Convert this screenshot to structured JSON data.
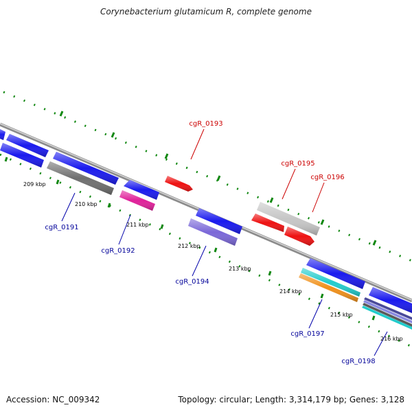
{
  "map": {
    "title": "Corynebacterium glutamicum R, complete genome",
    "accession_text": "Accession: NC_009342",
    "topology_text": "Topology: circular; Length: 3,314,179 bp; Genes: 3,128"
  },
  "legend_colors": {
    "backbone": "#8c8c8c",
    "tick": "#118811",
    "forward_label": "#b00000",
    "reverse_label": "#000099"
  },
  "scale_ticks": [
    "209 kbp",
    "210 kbp",
    "211 kbp",
    "212 kbp",
    "213 kbp",
    "214 kbp",
    "215 kbp",
    "216 kbp"
  ],
  "genes": [
    {
      "id": "cgR_0191",
      "label": "cgR_0191",
      "strand": "reverse",
      "color": "#6f6f6f",
      "labeled": true
    },
    {
      "id": "cgR_0192",
      "label": "cgR_0192",
      "strand": "reverse",
      "color": "#e0209a",
      "labeled": true
    },
    {
      "id": "cgR_0193",
      "label": "cgR_0193",
      "strand": "forward",
      "color": "#ee1111",
      "labeled": true
    },
    {
      "id": "cgR_0194",
      "label": "cgR_0194",
      "strand": "reverse",
      "color": "#7b68d8",
      "labeled": true
    },
    {
      "id": "cgR_0195",
      "label": "cgR_0195",
      "strand": "forward",
      "color": "#c6c6c6",
      "labeled": true
    },
    {
      "id": "cgR_0196",
      "label": "cgR_0196",
      "strand": "forward",
      "color": "#ee1111",
      "labeled": true
    },
    {
      "id": "cgR_0197",
      "label": "cgR_0197",
      "strand": "reverse",
      "color": "#f0901a",
      "labeled": true
    },
    {
      "id": "cgR_0198",
      "label": "cgR_0198",
      "strand": "reverse",
      "color": "#22cccc",
      "labeled": true
    },
    {
      "id": "cds-blue",
      "label": "",
      "strand": "reverse",
      "color": "#1a1aee",
      "labeled": false
    }
  ]
}
